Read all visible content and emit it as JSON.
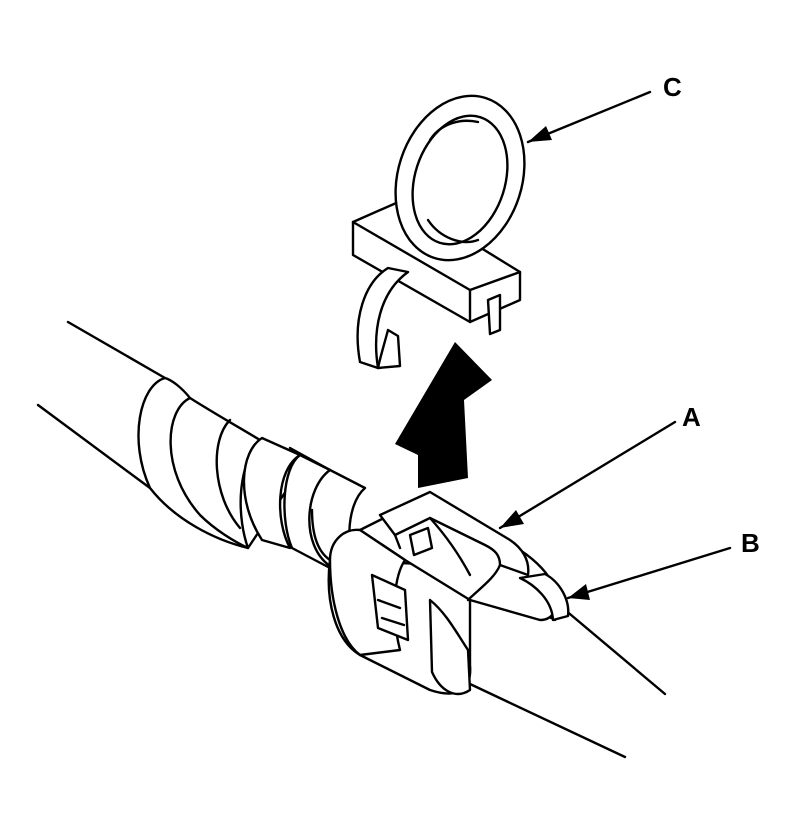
{
  "labels": {
    "a": "A",
    "b": "B",
    "c": "C"
  },
  "icons": {
    "upward_arrow": "arrow-up-icon"
  },
  "colors": {
    "line": "#000000",
    "background": "#ffffff"
  }
}
